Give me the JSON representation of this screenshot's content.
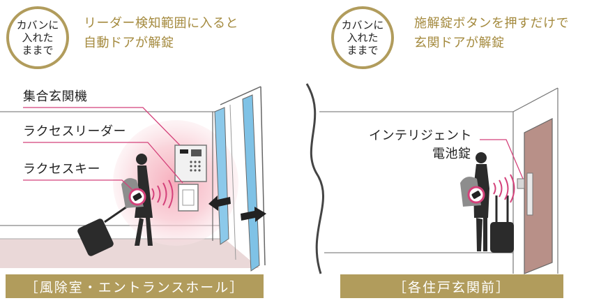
{
  "badges": [
    {
      "lines": [
        "カバンに",
        "入れた",
        "ままで"
      ]
    },
    {
      "lines": [
        "カバンに",
        "入れた",
        "ままで"
      ]
    }
  ],
  "headlines": [
    {
      "lines": [
        "リーダー検知範囲に入ると",
        "自動ドアが解錠"
      ]
    },
    {
      "lines": [
        "施解錠ボタンを押すだけで",
        "玄関ドアが解錠"
      ]
    }
  ],
  "labels": {
    "intercom": "集合玄関機",
    "reader": "ラクセスリーダー",
    "key": "ラクセスキー",
    "smart_lock_line1": "インテリジェント",
    "smart_lock_line2": "電池錠"
  },
  "captions": [
    "［風除室・エントランスホール］",
    "［各住戸玄関前］"
  ],
  "colors": {
    "accent_gold": "#b19c5c",
    "headline_gold": "#a48a3e",
    "leader_pink": "#d4417a",
    "glass_blue": "#7fc2e6",
    "door_brown": "#b89088",
    "floor_pink": "#e9d7d7"
  }
}
